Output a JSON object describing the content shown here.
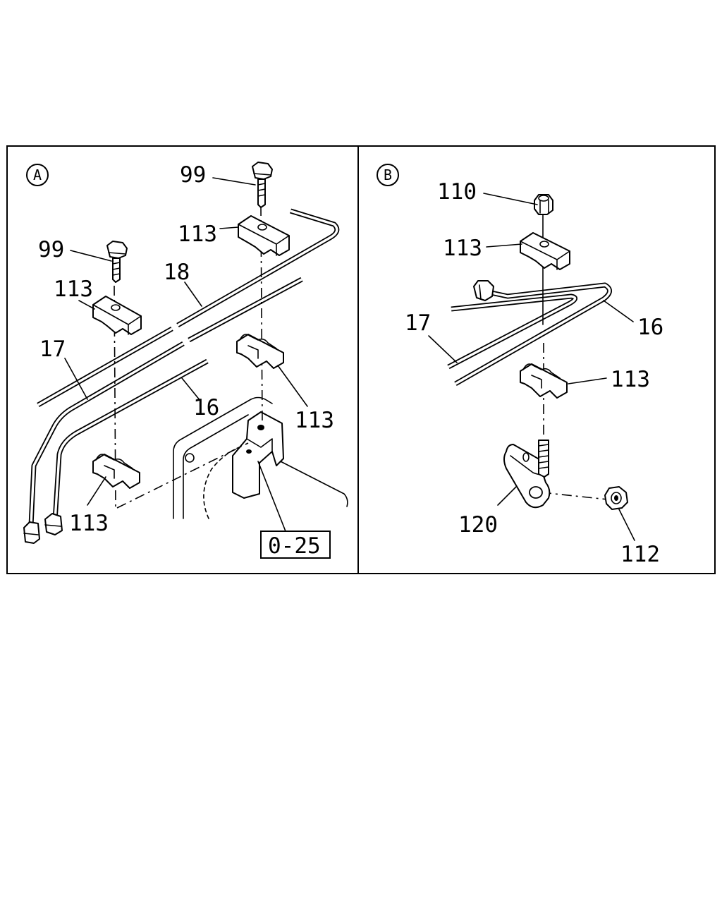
{
  "panels": {
    "a": {
      "marker": "A",
      "labels": {
        "bolt_top": "99",
        "bolt_left": "99",
        "clamp_top": "113",
        "clamp_left": "113",
        "clamp_right_lower": "113",
        "clamp_bottom": "113",
        "pipe_18": "18",
        "pipe_17": "17",
        "pipe_16": "16"
      },
      "reference_box": "0-25"
    },
    "b": {
      "marker": "B",
      "labels": {
        "nut_top": "110",
        "clamp_top": "113",
        "pipe_17": "17",
        "pipe_16": "16",
        "clamp_lower": "113",
        "bracket": "120",
        "nut_bottom": "112"
      }
    }
  }
}
